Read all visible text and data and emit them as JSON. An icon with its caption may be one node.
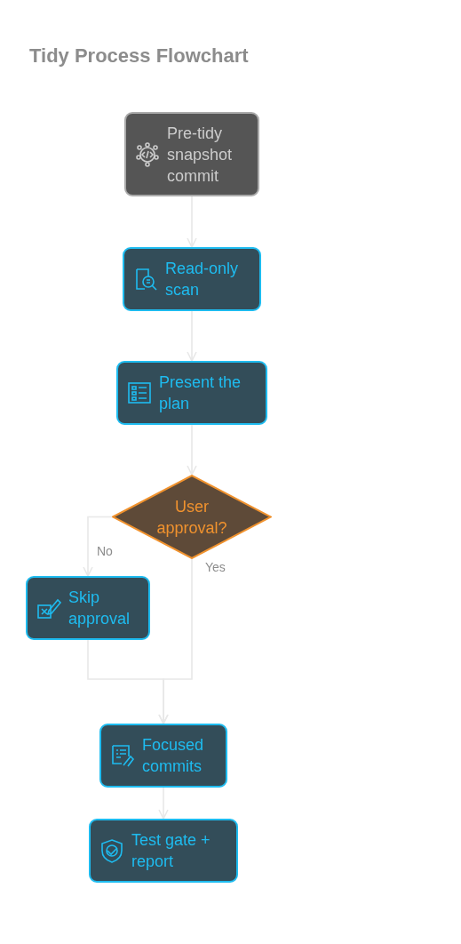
{
  "diagram": {
    "title": "Tidy Process Flowchart",
    "nodes": [
      {
        "text": [
          "Pre-tidy snapshot commit"
        ]
      },
      {
        "text": [
          "Read-only scan"
        ]
      },
      {
        "text": [
          "Present the plan"
        ]
      },
      {
        "text": [
          "User approval?"
        ]
      },
      {
        "text": [
          "Skip approval"
        ]
      },
      {
        "text": [
          "Focused commits"
        ]
      },
      {
        "text": [
          "Test gate + report"
        ]
      }
    ],
    "edges": [
      {
        "from": 0,
        "to": 1,
        "arrow": "to"
      },
      {
        "from": 1,
        "to": 2,
        "arrow": "to"
      },
      {
        "from": 2,
        "to": 3,
        "arrow": "to"
      },
      {
        "from": 3,
        "to": 4,
        "arrow": "to",
        "label": "No"
      },
      {
        "from": 3,
        "to": 5,
        "arrow": "to",
        "label": "Yes"
      },
      {
        "from": 4,
        "to": 5,
        "arrow": "to"
      },
      {
        "from": 5,
        "to": 6,
        "arrow": "to"
      }
    ]
  }
}
